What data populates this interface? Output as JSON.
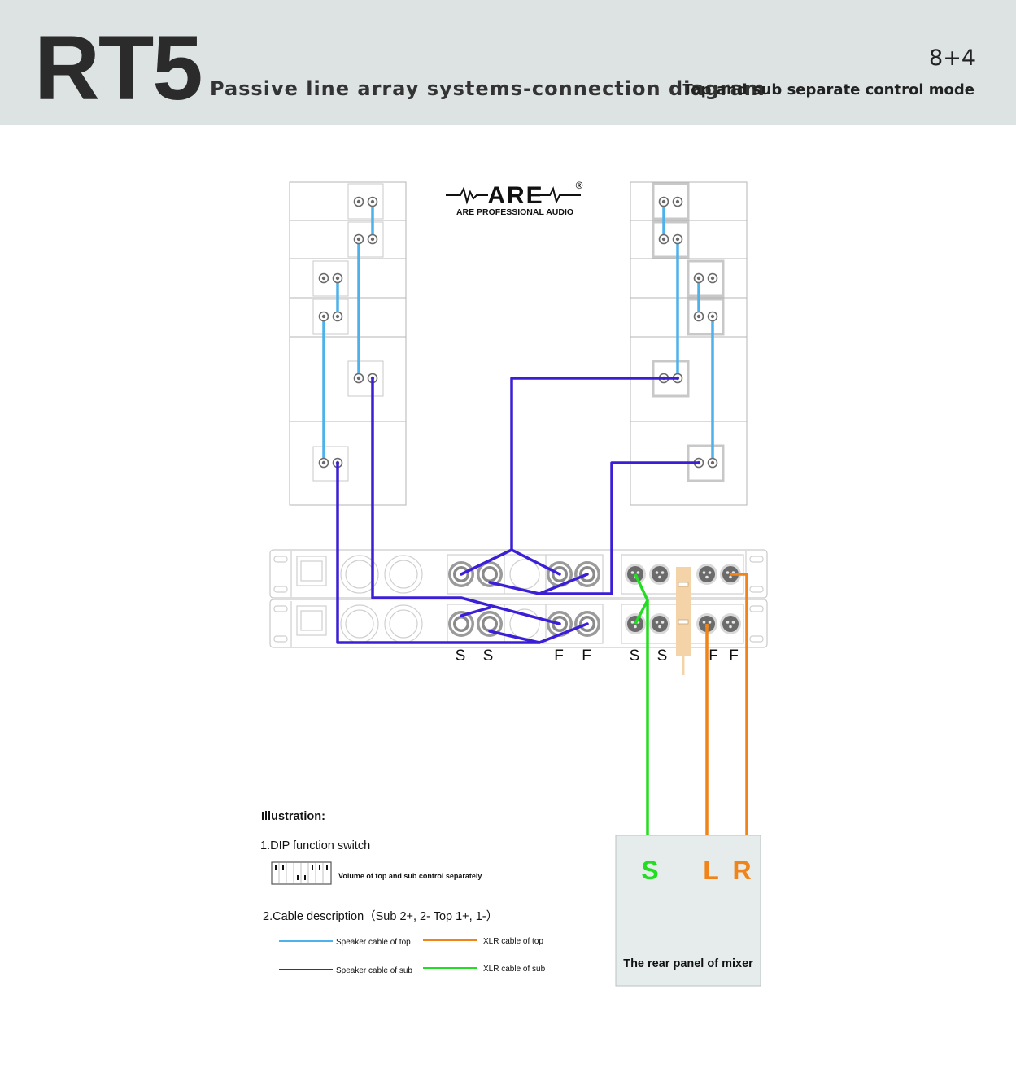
{
  "header": {
    "model": "RT5",
    "subtitle": "Passive line array systems-connection diagram",
    "config": "8+4",
    "mode": "Top and sub separate control mode"
  },
  "brand": {
    "logo_text": "ARE",
    "registered": "®",
    "tagline": "ARE PROFESSIONAL AUDIO"
  },
  "amplifier": {
    "speakon_labels": [
      "S",
      "S",
      "F",
      "F"
    ],
    "xlr_labels": [
      "S",
      "S",
      "F",
      "F"
    ]
  },
  "mixer": {
    "ch_s": "S",
    "ch_l": "L",
    "ch_r": "R",
    "caption": "The rear panel of mixer"
  },
  "illustration": {
    "title": "Illustration:",
    "dip_title": "1.DIP function switch",
    "dip_desc": "Volume of top and sub control separately",
    "cable_title": "2.Cable description（Sub 2+, 2-  Top 1+, 1-）",
    "legend": [
      {
        "label": "Speaker cable of top",
        "color": "#4db2ec"
      },
      {
        "label": "XLR cable of top",
        "color": "#f08418"
      },
      {
        "label": "Speaker cable of sub",
        "color": "#3a1fd6"
      },
      {
        "label": "XLR cable of sub",
        "color": "#22dd22"
      }
    ]
  },
  "colors": {
    "header_bg": "#dde3e3",
    "top_cable": "#4db2ec",
    "sub_cable": "#3a1fd6",
    "xlr_top": "#f08418",
    "xlr_sub": "#22dd22"
  }
}
